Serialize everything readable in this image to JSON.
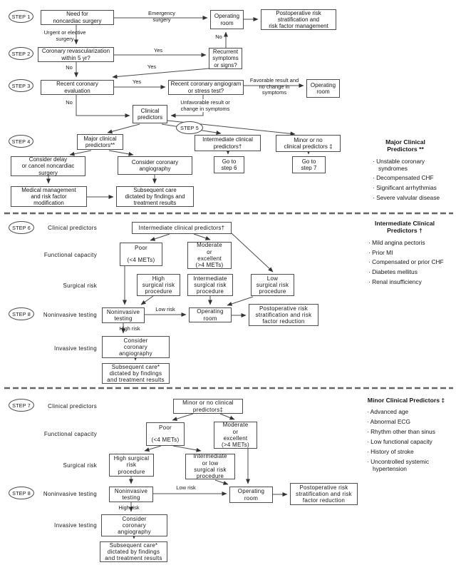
{
  "steps": {
    "s1": "STEP 1",
    "s2": "STEP 2",
    "s3": "STEP 3",
    "s4": "STEP 4",
    "s5": "STEP 5",
    "s6": "STEP 6",
    "s7": "STEP 7",
    "s8": "STEP 8"
  },
  "edge_labels": {
    "yes": "Yes",
    "no": "No",
    "low_risk": "Low risk",
    "high_risk": "High risk",
    "emergency": "Emergency\nsurgery",
    "urgent": "Urgent or elective\nsurgery",
    "favorable": "Favorable result and\nno change in\nsymptoms",
    "unfavorable": "Unfavorable result or\nchange in symptoms"
  },
  "row_labels": {
    "clinical": "Clinical predictors",
    "functional": "Functional capacity",
    "surgical": "Surgical risk",
    "noninvasive": "Noninvasive testing",
    "invasive": "Invasive testing"
  },
  "boxes": {
    "need": "Need for\nnoncardiac surgery",
    "operating_room": "Operating\nroom",
    "post_management": "Postoperative risk\nstratification and\nrisk factor management",
    "revasc": "Coronary revascularization\nwithin 5 yr?",
    "recurrent": "Recurrent\nsymptoms\nor signs?",
    "recent_eval": "Recent coronary\nevaluation",
    "recent_angio": "Recent coronary angiogram\nor stress test?",
    "clinical_predictors": "Clinical\npredictors",
    "major": "Major clinical\npredictors**",
    "intermediate1": "Intermediate clinical\npredictors†",
    "minor1": "Minor or no\nclinical predictors ‡",
    "delay": "Consider delay\nor cancel noncardiac\nsurgery",
    "consider_coronary": "Consider coronary\nangiography",
    "go6": "Go to\nstep 6",
    "go7": "Go to\nstep 7",
    "medical": "Medical management\nand risk factor\nmodification",
    "subsequent1": "Subsequent care\ndictated by findings and\ntreatment results",
    "intermediate2": "Intermediate clinical predictors†",
    "poor": "Poor\n(<4 METs)",
    "moderate": "Moderate\nor\nexcellent\n(>4 METs)",
    "high_proc": "High\nsurgical risk\nprocedure",
    "inter_proc": "Intermediate\nsurgical risk\nprocedure",
    "low_proc": "Low\nsurgical risk\nprocedure",
    "noninvasive_testing": "Noninvasive\ntesting",
    "post_reduction": "Postoperative risk\nstratification and risk\nfactor reduction",
    "consider_angio": "Consider\ncoronary\nangiography",
    "subsequent_star": "Subsequent care*\ndictated by findings\nand treatment results",
    "minor3": "Minor or no clinical\npredictors‡",
    "high_proc3": "High surgical\nrisk\nprocedure",
    "inter_low_proc": "Intermediate\nor low\nsurgical risk\nprocedure"
  },
  "panels": {
    "major": {
      "title": "Major Clinical Predictors **",
      "items": [
        "Unstable coronary syndromes",
        "Decompensated CHF",
        "Significant arrhythmias",
        "Severe valvular disease"
      ]
    },
    "intermediate": {
      "title": "Intermediate Clinical\nPredictors †",
      "items": [
        "Mild angina pectoris",
        "Prior MI",
        "Compensated or prior CHF",
        "Diabetes mellitus",
        "Renal insufficiency"
      ]
    },
    "minor": {
      "title": "Minor Clinical Predictors ‡",
      "items": [
        "Advanced age",
        "Abnormal ECG",
        "Rhythm other than sinus",
        "Low functional capacity",
        "History of stroke",
        "Uncontrolled systemic hypertension"
      ]
    }
  }
}
